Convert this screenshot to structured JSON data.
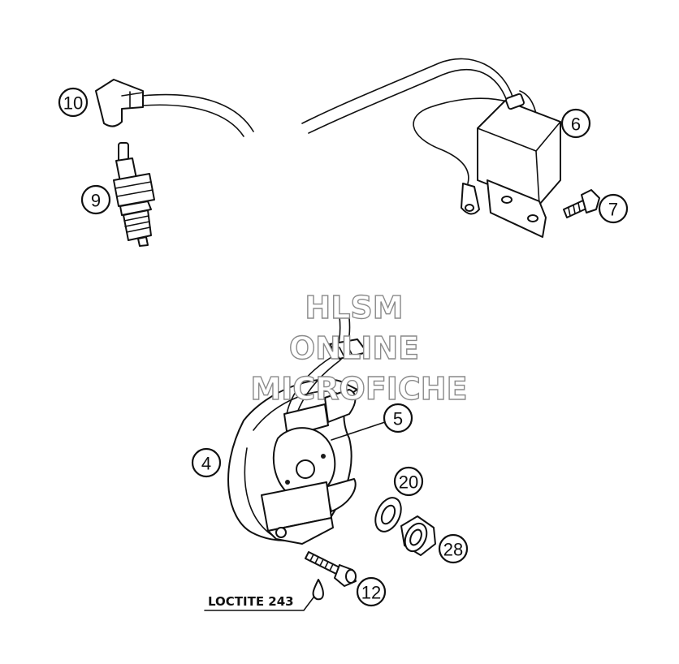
{
  "callouts": {
    "c4": "4",
    "c5": "5",
    "c6": "6",
    "c7": "7",
    "c9": "9",
    "c10": "10",
    "c12": "12",
    "c20": "20",
    "c28": "28"
  },
  "watermark": {
    "line1": "HLSM",
    "line2": "ONLINE",
    "line3": "MICROFICHE"
  },
  "note": {
    "loctite": "LOCTITE 243"
  }
}
